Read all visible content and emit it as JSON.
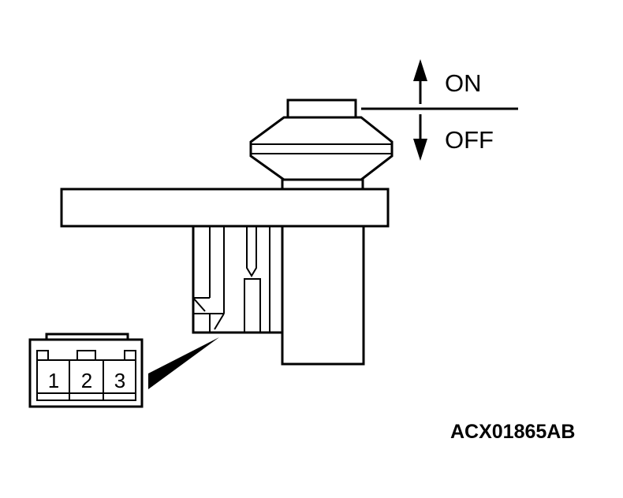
{
  "labels": {
    "on": "ON",
    "off": "OFF"
  },
  "connector": {
    "pins": [
      "1",
      "2",
      "3"
    ]
  },
  "figure_code": "ACX01865AB"
}
